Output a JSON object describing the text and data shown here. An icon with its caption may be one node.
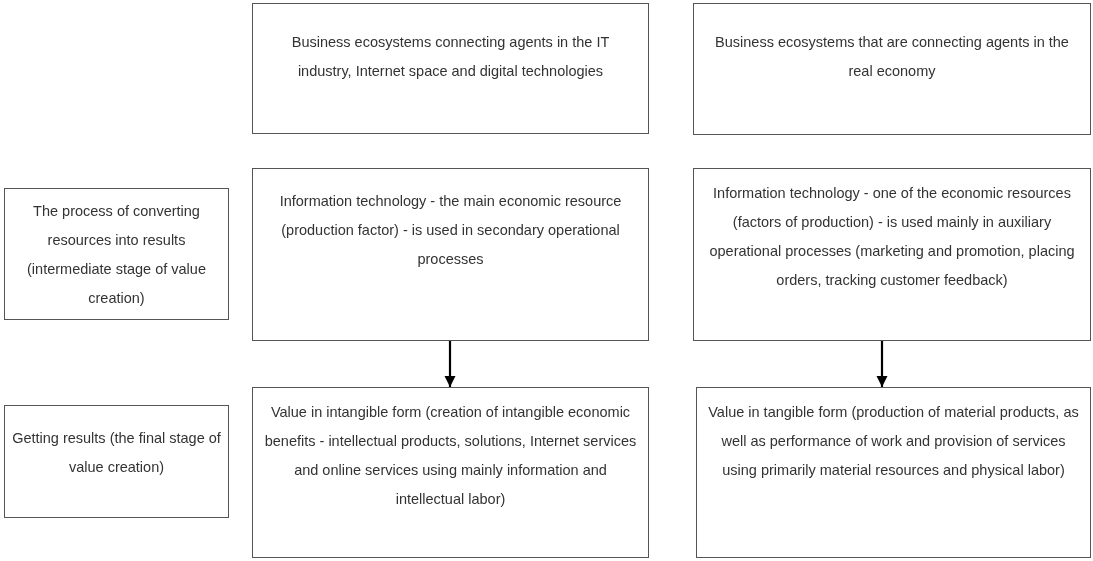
{
  "diagram": {
    "nodes": [
      {
        "text": [
          "Business ecosystems connecting agents in the IT industry, Internet space and digital technologies"
        ]
      },
      {
        "text": [
          "Business ecosystems that are connecting agents in the real economy"
        ]
      },
      {
        "text": [
          "The process of converting resources into results (intermediate stage of value creation)"
        ]
      },
      {
        "text": [
          "Information technology - the main economic resource (production factor) - is used in secondary operational processes"
        ]
      },
      {
        "text": [
          "Information technology - one of the economic resources (factors of production) - is used mainly in auxiliary operational processes (marketing and promotion, placing orders, tracking customer feedback)"
        ]
      },
      {
        "text": [
          "Getting results (the final stage of value creation)"
        ]
      },
      {
        "text": [
          "Value in intangible form (creation of intangible economic benefits - intellectual products, solutions, Internet services and online services using mainly information and intellectual labor)"
        ]
      },
      {
        "text": [
          "Value in tangible form (production of material products, as well as performance of work and provision of services using primarily material resources and physical labor)"
        ]
      }
    ],
    "edges": [
      {
        "from": 3,
        "to": 6,
        "arrow": "to"
      },
      {
        "from": 4,
        "to": 7,
        "arrow": "to"
      }
    ]
  }
}
